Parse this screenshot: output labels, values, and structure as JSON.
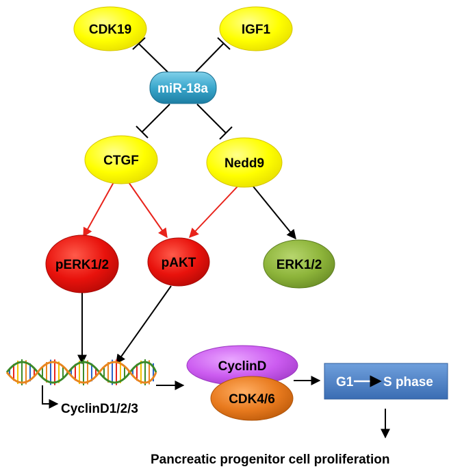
{
  "nodes": {
    "cdk19": "CDK19",
    "igf1": "IGF1",
    "mir18a": "miR-18a",
    "ctgf": "CTGF",
    "nedd9": "Nedd9",
    "perk12": "pERK1/2",
    "pakt": "pAKT",
    "erk12": "ERK1/2",
    "cyclind": "CyclinD",
    "cdk46": "CDK4/6",
    "cyclind123": "CyclinD1/2/3",
    "g1": "G1",
    "s_phase": "S phase",
    "outcome": "Pancreatic progenitor cell proliferation"
  },
  "colors": {
    "yellow_node": "#ffff00",
    "red_node": "#e8120c",
    "green_node": "#8db43a",
    "blue_node": "#3aa7cc",
    "violet_node": "#cc5cf0",
    "orange_node": "#e87a1e",
    "phase_box": "#4a7fc4",
    "activation_red": "#e8231b"
  }
}
